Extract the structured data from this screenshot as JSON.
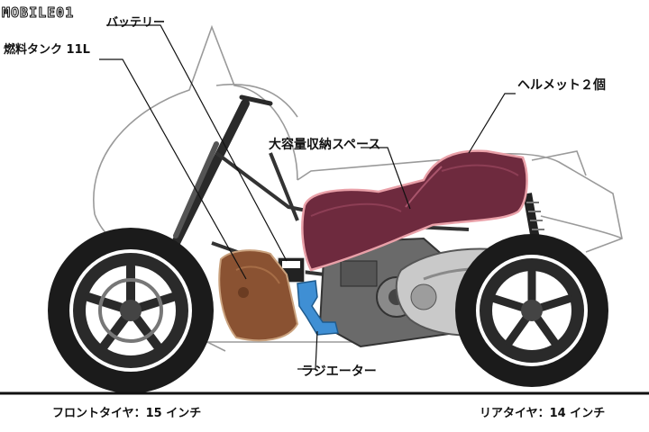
{
  "logo": {
    "text": "MOBILE01"
  },
  "labels": {
    "battery": "バッテリー",
    "fuel_tank": "燃料タンク 11L",
    "helmet": "ヘルメット２個",
    "storage": "大容量収納スペース",
    "radiator": "ラジエーター",
    "front_tire": "フロントタイヤ：15 インチ",
    "rear_tire": "リアタイヤ：14 インチ"
  },
  "colors": {
    "storage_fill": "#6e2a3e",
    "storage_outline": "#e9a0a8",
    "fuel_tank_fill": "#8a5232",
    "radiator_fill": "#3f8fd4",
    "battery_fill": "#222222",
    "tire": "#1b1b1b",
    "rim": "#2a2a2a",
    "engine": "#6a6a6a",
    "cvt_cover": "#c9c9c9"
  }
}
